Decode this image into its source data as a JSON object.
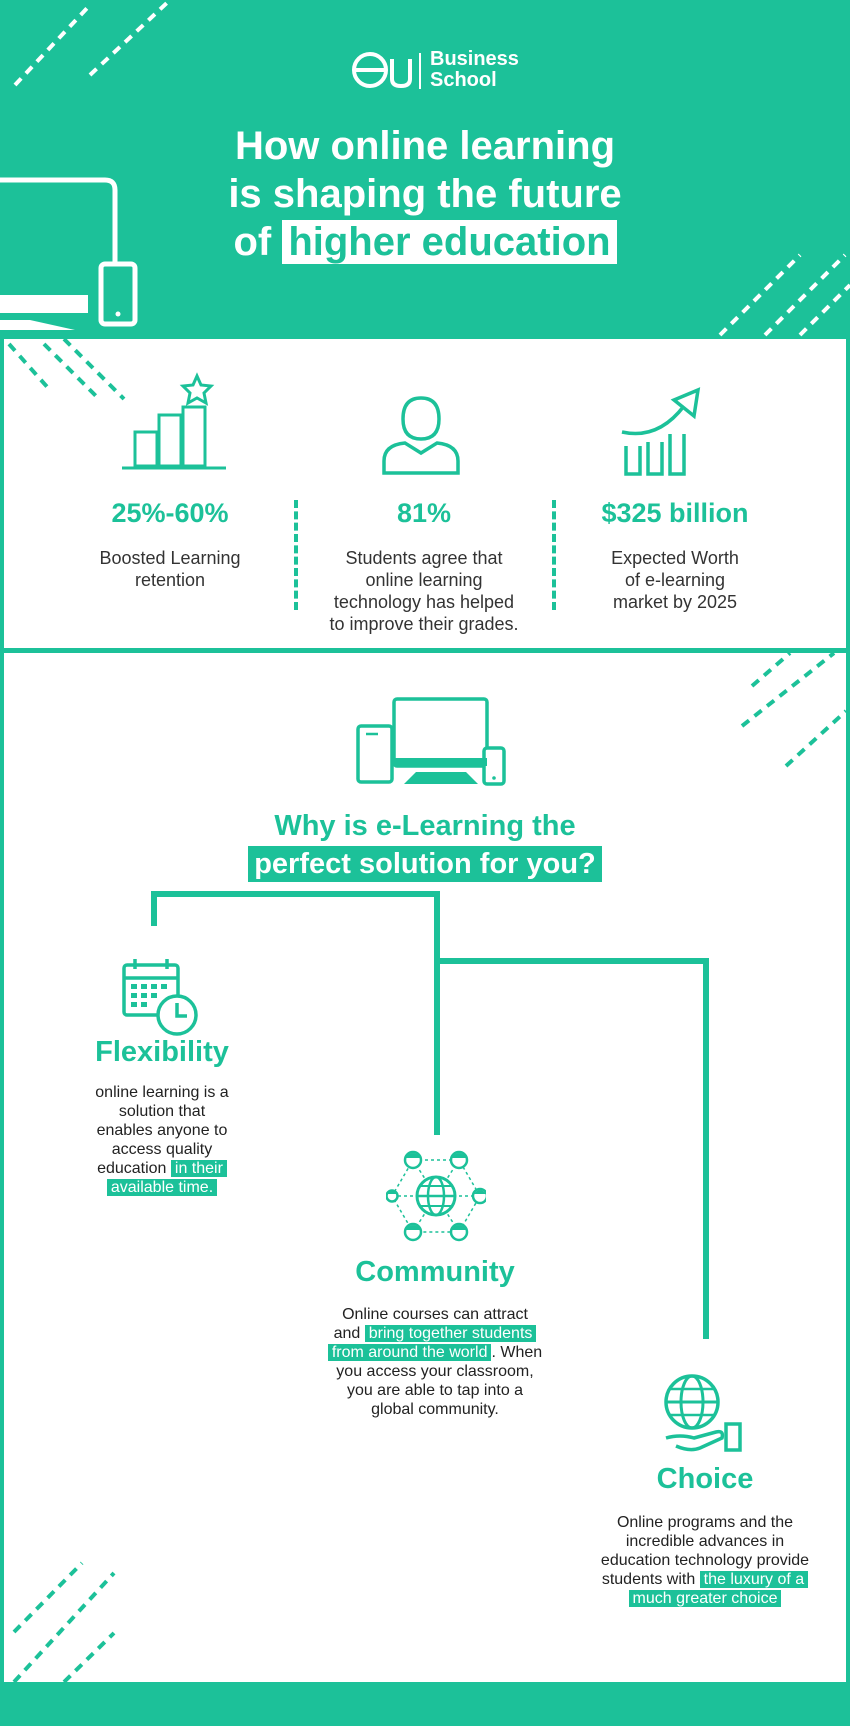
{
  "header": {
    "logo_mark": "eu",
    "logo_line1": "Business",
    "logo_line2": "School",
    "title_line1": "How online learning",
    "title_line2": "is shaping the future",
    "title_line3_prefix": "of ",
    "title_line3_highlight": "higher education"
  },
  "stats": [
    {
      "icon": "bar-chart-star-icon",
      "value": "25%-60%",
      "desc_line1": "Boosted Learning",
      "desc_line2": "retention",
      "desc_line3": "",
      "desc_line4": ""
    },
    {
      "icon": "student-icon",
      "value": "81%",
      "desc_line1": "Students agree that",
      "desc_line2": "online learning",
      "desc_line3": "technology has helped",
      "desc_line4": "to improve their grades."
    },
    {
      "icon": "growth-arrow-icon",
      "value": "$325 billion",
      "desc_line1": "Expected Worth",
      "desc_line2": "of e-learning",
      "desc_line3": "market by 2025",
      "desc_line4": ""
    }
  ],
  "why": {
    "line1": "Why is e-Learning the",
    "line2": "perfect solution for you?"
  },
  "flexibility": {
    "title": "Flexibility",
    "line1": "online learning is a",
    "line2": "solution that",
    "line3": "enables anyone to",
    "line4": "access quality",
    "line5_prefix": "education",
    "line5_highlight": "in their",
    "line6_highlight": "available time."
  },
  "community": {
    "title": "Community",
    "line1": "Online courses can attract",
    "line2_prefix": "and",
    "line2_highlight": "bring together students",
    "line3_highlight": "from around the world",
    "line3_suffix": ". When",
    "line4": "you access your classroom,",
    "line5": "you are able to tap into a",
    "line6": "global community."
  },
  "choice": {
    "title": "Choice",
    "line1": "Online programs and the",
    "line2": "incredible advances in",
    "line3": "education technology provide",
    "line4_prefix": "students with",
    "line4_highlight": "the luxury of a",
    "line5_highlight": "much greater choice"
  },
  "colors": {
    "accent": "#1cc199",
    "panel": "#ffffff",
    "text": "#222222"
  }
}
